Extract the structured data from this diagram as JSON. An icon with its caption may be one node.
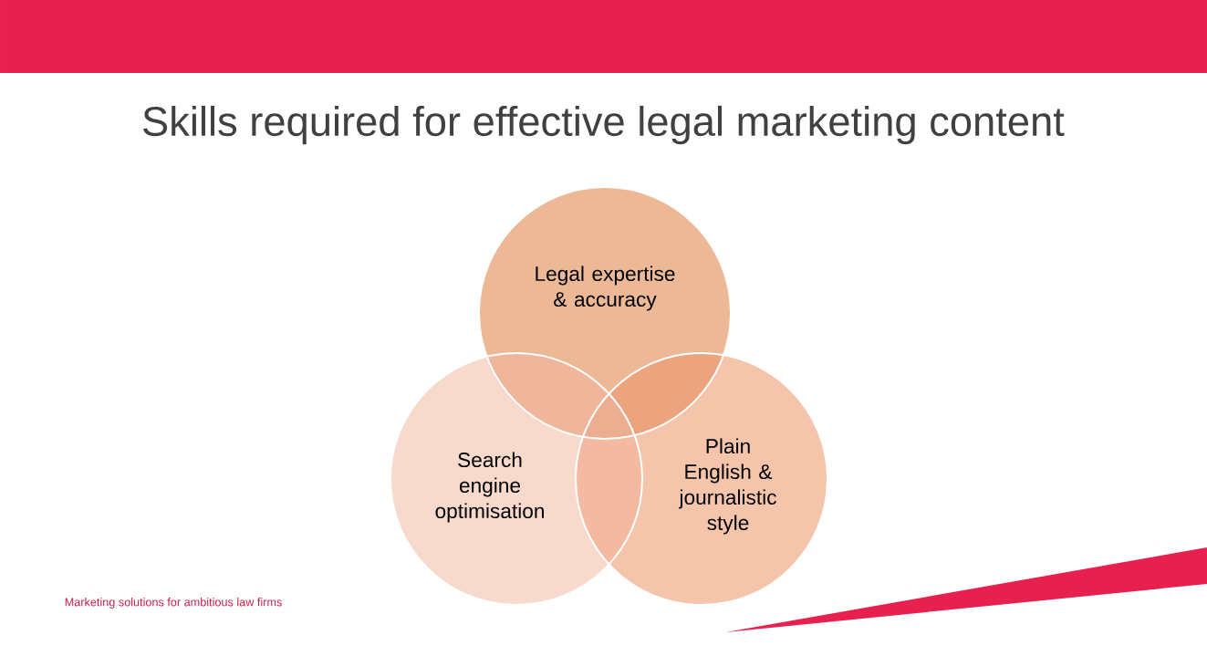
{
  "diagram": {
    "title": "Skills required for effective legal marketing content",
    "nodes": [
      {
        "text": [
          "Legal expertise & accuracy"
        ]
      },
      {
        "text": [
          "Search engine optimisation"
        ]
      },
      {
        "text": [
          "Plain English & journalistic style"
        ]
      }
    ],
    "labels": [
      "Marketing solutions for ambitious law firms"
    ]
  }
}
